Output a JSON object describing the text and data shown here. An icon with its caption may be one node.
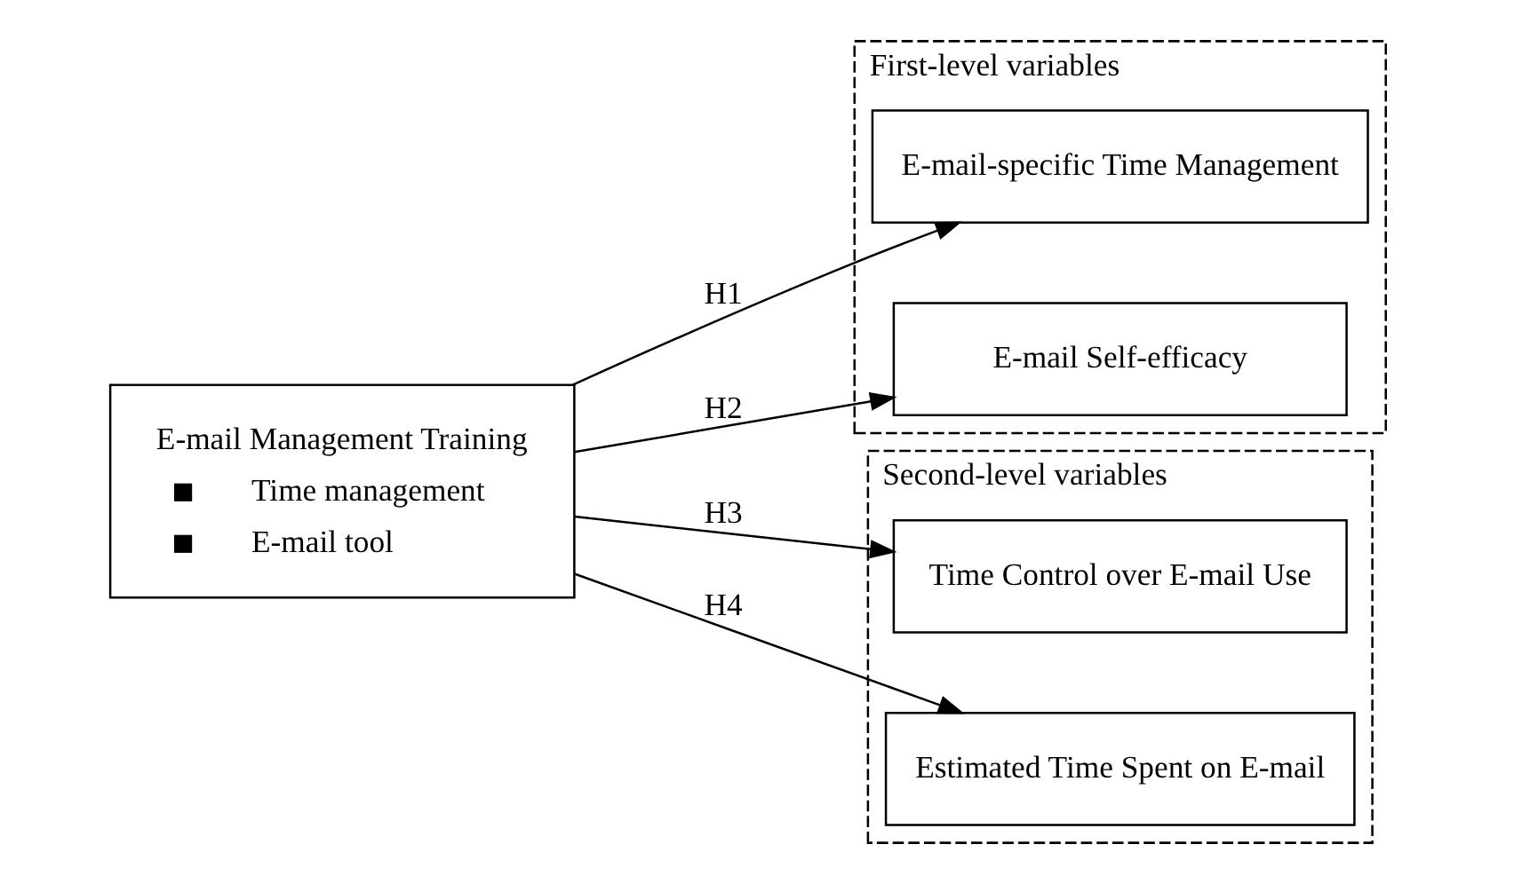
{
  "diagram": {
    "nodes": [
      {
        "text": [
          "E-mail Management Training",
          "Time management",
          "E-mail tool"
        ]
      },
      {
        "text": [
          "First-level variables"
        ]
      },
      {
        "text": [
          "E-mail-specific Time Management"
        ],
        "in": 1
      },
      {
        "text": [
          "E-mail Self-efficacy"
        ],
        "in": 1
      },
      {
        "text": [
          "Second-level variables"
        ]
      },
      {
        "text": [
          "Time Control over E-mail Use"
        ],
        "in": 4
      },
      {
        "text": [
          "Estimated Time Spent on E-mail"
        ],
        "in": 4
      }
    ],
    "edges": [
      {
        "from": 0,
        "to": 2,
        "arrow": "to",
        "label": "H1"
      },
      {
        "from": 0,
        "to": 3,
        "arrow": "to",
        "label": "H2"
      },
      {
        "from": 0,
        "to": 5,
        "arrow": "to",
        "label": "H3"
      },
      {
        "from": 0,
        "to": 6,
        "arrow": "to",
        "label": "H4"
      }
    ]
  }
}
